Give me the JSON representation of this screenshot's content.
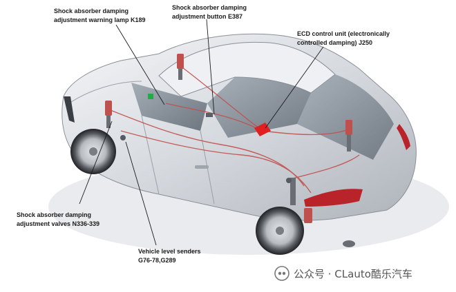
{
  "callouts": [
    {
      "id": "k189",
      "lines": [
        "Shock absorber damping",
        "adjustment warning lamp K189"
      ]
    },
    {
      "id": "e387",
      "lines": [
        "Shock absorber damping",
        "adjustment button E387"
      ]
    },
    {
      "id": "j250",
      "lines": [
        "ECD control unit (electronically",
        "controlled damping) J250"
      ]
    },
    {
      "id": "n336",
      "lines": [
        "Shock absorber damping",
        "adjustment valves N336-339"
      ]
    },
    {
      "id": "g76",
      "lines": [
        "Vehicle level senders",
        "G76-78,G289"
      ]
    }
  ],
  "watermark": {
    "text": "公众号 · CLauto酷乐汽车"
  },
  "colors": {
    "body": "#d8dce0",
    "harness": "#c0504d",
    "ecu": "#e02020",
    "lamp": "#22aa44"
  }
}
